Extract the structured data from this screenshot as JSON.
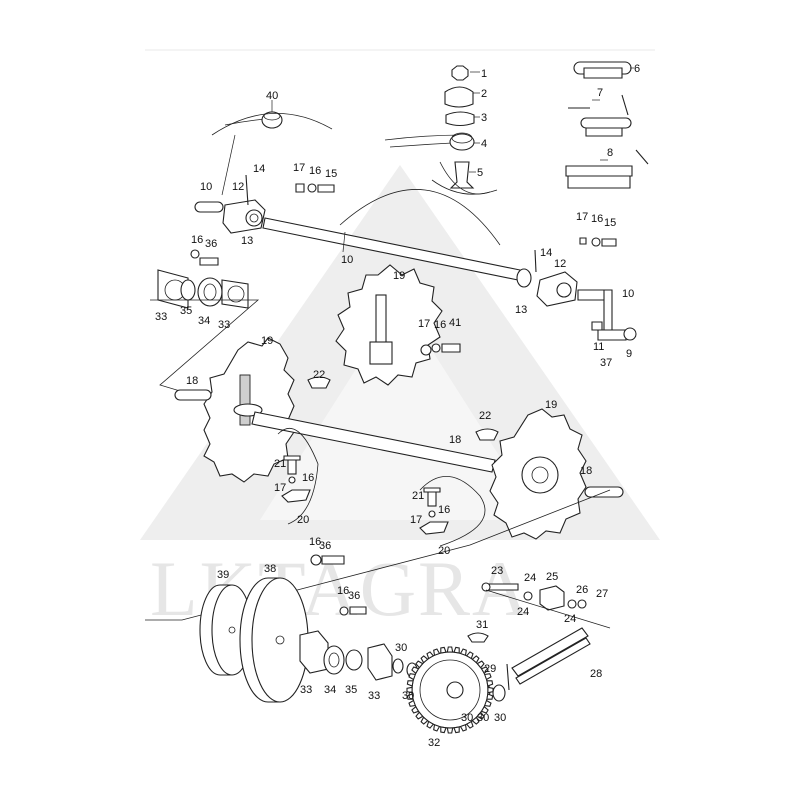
{
  "watermark": "LKTAGRA",
  "callouts": [
    {
      "id": "c1",
      "text": "1"
    },
    {
      "id": "c2",
      "text": "2"
    },
    {
      "id": "c3",
      "text": "3"
    },
    {
      "id": "c4",
      "text": "4"
    },
    {
      "id": "c5",
      "text": "5"
    },
    {
      "id": "c6",
      "text": "6"
    },
    {
      "id": "c7",
      "text": "7"
    },
    {
      "id": "c8",
      "text": "8"
    },
    {
      "id": "c40",
      "text": "40"
    },
    {
      "id": "c10a",
      "text": "10"
    },
    {
      "id": "c12a",
      "text": "12"
    },
    {
      "id": "c14a",
      "text": "14"
    },
    {
      "id": "c17a",
      "text": "17"
    },
    {
      "id": "c16a",
      "text": "16"
    },
    {
      "id": "c15a",
      "text": "15"
    },
    {
      "id": "c13a",
      "text": "13"
    },
    {
      "id": "c10b",
      "text": "10"
    },
    {
      "id": "c17b",
      "text": "17"
    },
    {
      "id": "c16b",
      "text": "16"
    },
    {
      "id": "c15b",
      "text": "15"
    },
    {
      "id": "c14b",
      "text": "14"
    },
    {
      "id": "c12b",
      "text": "12"
    },
    {
      "id": "c10c",
      "text": "10"
    },
    {
      "id": "c13b",
      "text": "13"
    },
    {
      "id": "c11",
      "text": "11"
    },
    {
      "id": "c37a",
      "text": "37"
    },
    {
      "id": "c9",
      "text": "9"
    },
    {
      "id": "c16c",
      "text": "16"
    },
    {
      "id": "c36a",
      "text": "36"
    },
    {
      "id": "c33a",
      "text": "33"
    },
    {
      "id": "c35a",
      "text": "35"
    },
    {
      "id": "c34a",
      "text": "34"
    },
    {
      "id": "c33b",
      "text": "33"
    },
    {
      "id": "c19a",
      "text": "19"
    },
    {
      "id": "c17c",
      "text": "17"
    },
    {
      "id": "c16d",
      "text": "16"
    },
    {
      "id": "c41",
      "text": "41"
    },
    {
      "id": "c19b",
      "text": "19"
    },
    {
      "id": "c18a",
      "text": "18"
    },
    {
      "id": "c22a",
      "text": "22"
    },
    {
      "id": "c22b",
      "text": "22"
    },
    {
      "id": "c19c",
      "text": "19"
    },
    {
      "id": "c18b",
      "text": "18"
    },
    {
      "id": "c18c",
      "text": "18"
    },
    {
      "id": "c21a",
      "text": "21"
    },
    {
      "id": "c16e",
      "text": "16"
    },
    {
      "id": "c17d",
      "text": "17"
    },
    {
      "id": "c20a",
      "text": "20"
    },
    {
      "id": "c21b",
      "text": "21"
    },
    {
      "id": "c16f",
      "text": "16"
    },
    {
      "id": "c17e",
      "text": "17"
    },
    {
      "id": "c20b",
      "text": "20"
    },
    {
      "id": "c16g",
      "text": "16"
    },
    {
      "id": "c36b",
      "text": "36"
    },
    {
      "id": "c39",
      "text": "39"
    },
    {
      "id": "c38",
      "text": "38"
    },
    {
      "id": "c16h",
      "text": "16"
    },
    {
      "id": "c36c",
      "text": "36"
    },
    {
      "id": "c23",
      "text": "23"
    },
    {
      "id": "c24a",
      "text": "24"
    },
    {
      "id": "c24b",
      "text": "24"
    },
    {
      "id": "c25",
      "text": "25"
    },
    {
      "id": "c26",
      "text": "26"
    },
    {
      "id": "c27",
      "text": "27"
    },
    {
      "id": "c24c",
      "text": "24"
    },
    {
      "id": "c31",
      "text": "31"
    },
    {
      "id": "c30a",
      "text": "30"
    },
    {
      "id": "c30b",
      "text": "30"
    },
    {
      "id": "c33c",
      "text": "33"
    },
    {
      "id": "c34b",
      "text": "34"
    },
    {
      "id": "c35b",
      "text": "35"
    },
    {
      "id": "c33d",
      "text": "33"
    },
    {
      "id": "c29",
      "text": "29"
    },
    {
      "id": "c28",
      "text": "28"
    },
    {
      "id": "c30c",
      "text": "30"
    },
    {
      "id": "c30d",
      "text": "30"
    },
    {
      "id": "c30e",
      "text": "30"
    },
    {
      "id": "c32",
      "text": "32"
    }
  ]
}
